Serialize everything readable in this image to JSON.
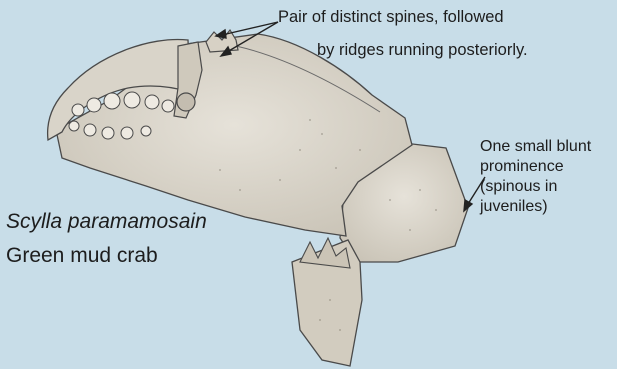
{
  "illustration": {
    "subject": "crab claw (cheliped)",
    "background_color": "#c8dde8",
    "ink_color": "#3a3a3a"
  },
  "species": {
    "scientific_name": "Scylla paramamosain",
    "common_name": "Green mud crab"
  },
  "annotations": [
    {
      "lines": [
        "Pair of distinct spines, followed",
        "by ridges running posteriorly."
      ]
    },
    {
      "lines": [
        "One small blunt",
        "prominence",
        "(spinous in",
        "juveniles)"
      ]
    }
  ]
}
